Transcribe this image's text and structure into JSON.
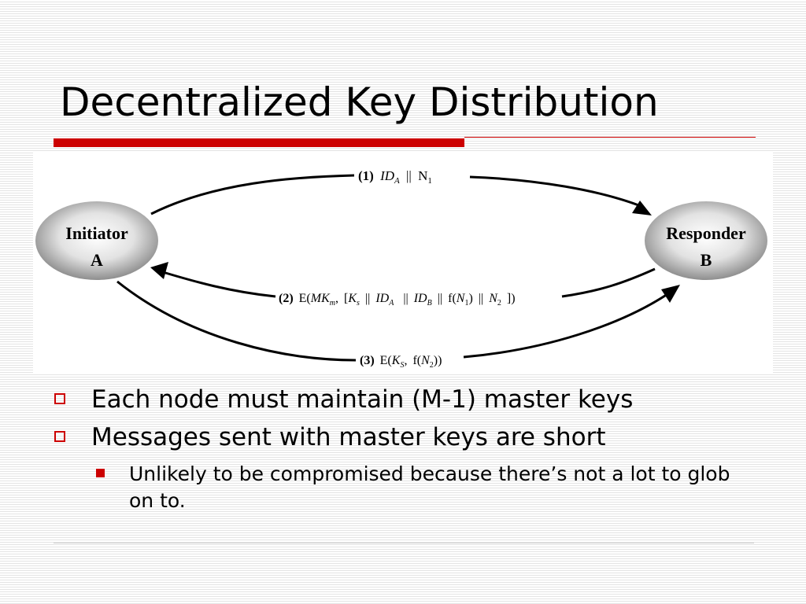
{
  "slide": {
    "title": "Decentralized Key Distribution"
  },
  "colors": {
    "accent": "#cc0000",
    "text": "#000000",
    "stripe": "#e4e4e4",
    "node_fill_light": "#ffffff",
    "node_fill_dark": "#8e8e8e"
  },
  "diagram": {
    "nodes": {
      "initiator": {
        "line1": "Initiator",
        "line2": "A"
      },
      "responder": {
        "line1": "Responder",
        "line2": "B"
      }
    },
    "messages": {
      "m1": {
        "step": "(1)",
        "id": "ID",
        "id_sub": "A",
        "sep": "||",
        "nonce": "N",
        "nonce_sub": "1"
      },
      "m2": {
        "step": "(2)",
        "enc": "E(",
        "mk": "MK",
        "mk_sub": "m",
        "comma": ",",
        "open": "[",
        "ks": "K",
        "ks_sub": "s",
        "sep": "||",
        "ida": "ID",
        "ida_sub": "A",
        "idb": "ID",
        "idb_sub": "B",
        "f_open": "f(",
        "n1": "N",
        "n1_sub": "1",
        "f_close": ")",
        "n2": "N",
        "n2_sub": "2",
        "close": "])"
      },
      "m3": {
        "step": "(3)",
        "enc": "E(",
        "ks": "K",
        "ks_sub": "S",
        "comma": ",",
        "f_open": "f(",
        "n2": "N",
        "n2_sub": "2",
        "close": "))"
      }
    }
  },
  "bullets": [
    {
      "text": "Each node must maintain (M-1) master keys"
    },
    {
      "text": "Messages sent with master keys are short"
    }
  ],
  "sub_bullets": [
    {
      "text": "Unlikely to be compromised because there’s not a lot to glob on to."
    }
  ]
}
